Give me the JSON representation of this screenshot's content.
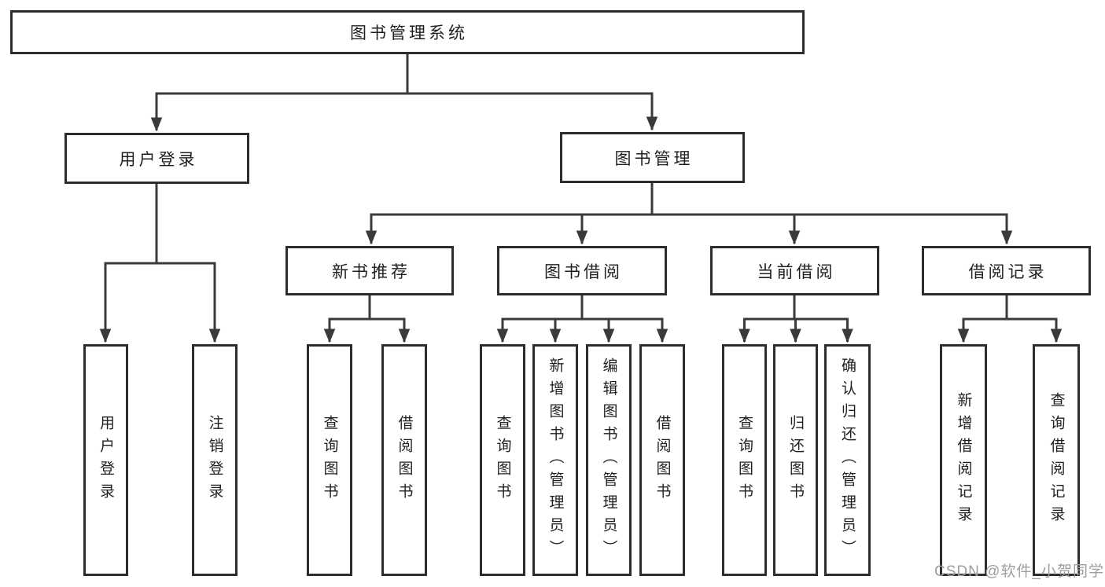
{
  "diagram": {
    "title": "图书管理系统",
    "root": "图书管理系统",
    "level2": {
      "user_login": "用户登录",
      "book_mgmt": "图书管理"
    },
    "level3": {
      "new_books": "新书推荐",
      "book_borrow": "图书借阅",
      "current_borrow": "当前借阅",
      "borrow_records": "借阅记录"
    },
    "leaves": {
      "user_login": [
        "用户登录",
        "注销登录"
      ],
      "new_books": [
        "查询图书",
        "借阅图书"
      ],
      "book_borrow": [
        "查询图书",
        "新增图书（管理员）",
        "编辑图书（管理员）",
        "借阅图书"
      ],
      "current_borrow": [
        "查询图书",
        "归还图书",
        "确认归还（管理员）"
      ],
      "borrow_records": [
        "新增借阅记录",
        "查询借阅记录"
      ]
    }
  },
  "watermark": "CSDN @软件_小贺同学",
  "colors": {
    "line": "#3a3a3a",
    "box_border": "#2d2d2d",
    "text": "#1f1f1f",
    "watermark": "#9e9e9e",
    "background": "#ffffff"
  }
}
